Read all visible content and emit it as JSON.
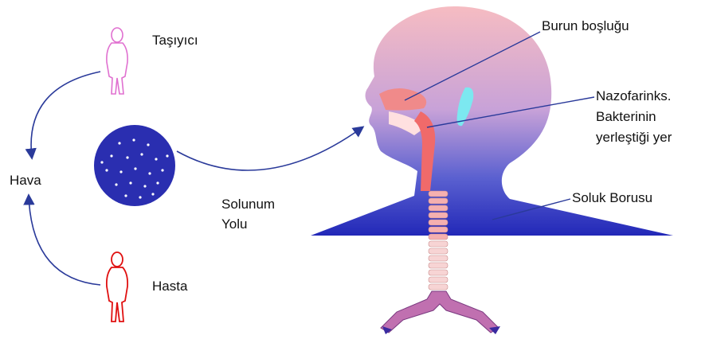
{
  "labels": {
    "carrier": "Taşıyıcı",
    "air": "Hava",
    "patient": "Hasta",
    "respiratory_path_line1": "Solunum",
    "respiratory_path_line2": "Yolu",
    "nasal_cavity": "Burun boşluğu",
    "nasopharynx_line1": "Nazofarinks.",
    "nasopharynx_line2": "Bakterinin",
    "nasopharynx_line3": "yerleştiği yer",
    "trachea": "Soluk Borusu"
  },
  "colors": {
    "arrow": "#2a3a9a",
    "carrier_figure": "#e070d0",
    "patient_figure": "#e01010",
    "droplet_disc": "#2a2eb0",
    "head_top": "#f4b6bc",
    "head_bottom": "#2a30c0",
    "airway": "#f08a8a",
    "bronchi": "#c070b0"
  }
}
